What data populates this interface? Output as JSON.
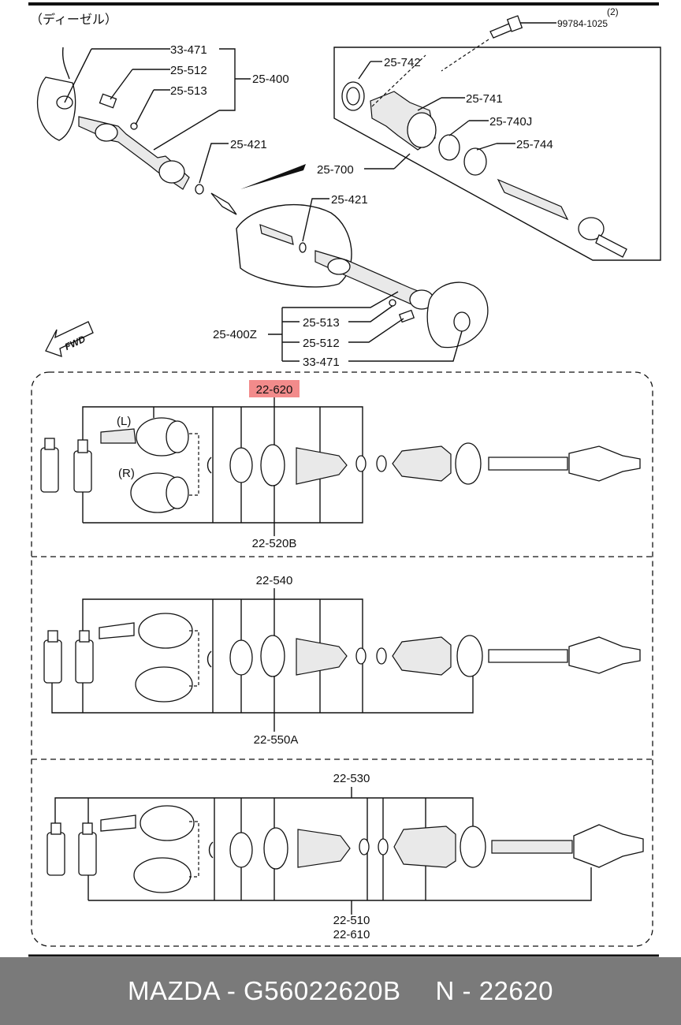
{
  "header": {
    "variant_label": "（ディーゼル）"
  },
  "top_section": {
    "bolt_label": "99784-1025",
    "bolt_qty": "(2)",
    "labels": {
      "l_33471a": "33-471",
      "l_25512a": "25-512",
      "l_25513a": "25-513",
      "l_25400": "25-400",
      "l_25742": "25-742",
      "l_25741": "25-741",
      "l_25740j": "25-740J",
      "l_25744": "25-744",
      "l_25700": "25-700",
      "l_25421a": "25-421",
      "l_25421b": "25-421",
      "l_25400z": "25-400Z",
      "l_25513b": "25-513",
      "l_25512b": "25-512",
      "l_33471b": "33-471"
    },
    "fwd_label": "FWD"
  },
  "panel1": {
    "top_label": "22-620",
    "top_label_highlight": "#f28b8b",
    "bottom_label": "22-520B",
    "left_tag": "(L)",
    "right_tag": "(R)"
  },
  "panel2": {
    "top_label": "22-540",
    "bottom_label": "22-550A"
  },
  "panel3": {
    "top_label": "22-530",
    "bottom_label_1": "22-510",
    "bottom_label_2": "22-610"
  },
  "footer": {
    "brand_part": "MAZDA - G56022620B",
    "ref": "N - 22620"
  }
}
